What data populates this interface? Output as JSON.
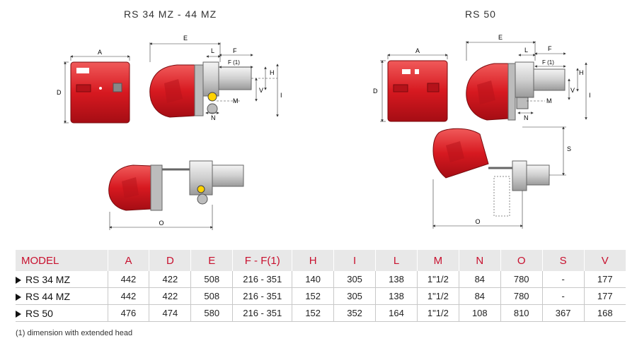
{
  "headings": {
    "left": "RS 34 MZ - 44 MZ",
    "right": "RS 50"
  },
  "dimension_labels": {
    "A": "A",
    "D": "D",
    "E": "E",
    "L": "L",
    "F": "F",
    "F1": "F (1)",
    "H": "H",
    "V": "V",
    "M": "M",
    "I": "I",
    "N": "N",
    "O": "O",
    "S": "S"
  },
  "table": {
    "headers": [
      "MODEL",
      "A",
      "D",
      "E",
      "F - F(1)",
      "H",
      "I",
      "L",
      "M",
      "N",
      "O",
      "S",
      "V"
    ],
    "rows": [
      [
        "RS 34 MZ",
        "442",
        "422",
        "508",
        "216 - 351",
        "140",
        "305",
        "138",
        "1\"1/2",
        "84",
        "780",
        "-",
        "177"
      ],
      [
        "RS 44 MZ",
        "442",
        "422",
        "508",
        "216 - 351",
        "152",
        "305",
        "138",
        "1\"1/2",
        "84",
        "780",
        "-",
        "177"
      ],
      [
        "RS 50",
        "476",
        "474",
        "580",
        "216 - 351",
        "152",
        "352",
        "164",
        "1\"1/2",
        "108",
        "810",
        "367",
        "168"
      ]
    ]
  },
  "footnote": "(1) dimension with extended head",
  "colors": {
    "accent": "#c8102e",
    "burner_red": "#d71920",
    "table_header_bg": "#e8e8e8"
  }
}
